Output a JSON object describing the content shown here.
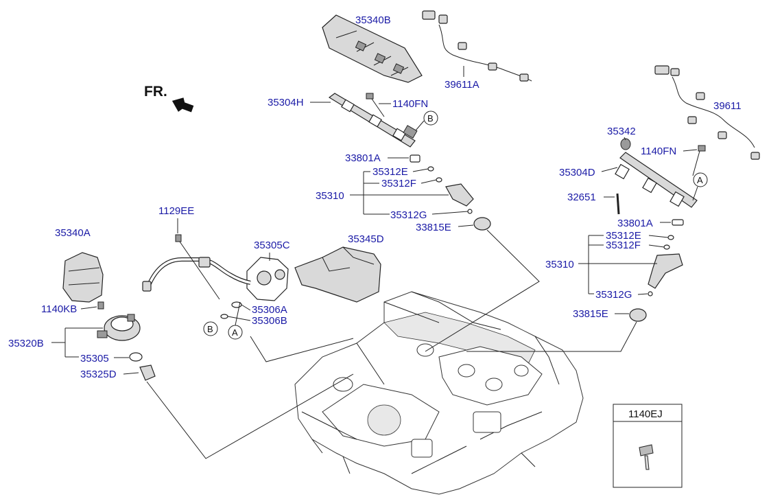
{
  "orientation": {
    "text": "FR."
  },
  "labels": {
    "l35340B": "35340B",
    "l39611A": "39611A",
    "l35304H": "35304H",
    "l1140FN_a": "1140FN",
    "l33801A_a": "33801A",
    "l35312E_a": "35312E",
    "l35312F_a": "35312F",
    "l35310_a": "35310",
    "l35312G_a": "35312G",
    "l33815E_a": "33815E",
    "l35345D": "35345D",
    "l35305C": "35305C",
    "l35306A": "35306A",
    "l35306B": "35306B",
    "l1129EE": "1129EE",
    "l35340A": "35340A",
    "l1140KB": "1140KB",
    "l35320B": "35320B",
    "l35305": "35305",
    "l35325D": "35325D",
    "l39611": "39611",
    "l35342": "35342",
    "l1140FN_b": "1140FN",
    "l35304D": "35304D",
    "l32651": "32651",
    "l33801A_b": "33801A",
    "l35312E_b": "35312E",
    "l35312F_b": "35312F",
    "l35310_b": "35310",
    "l35312G_b": "35312G",
    "l33815E_b": "33815E"
  },
  "connectors": {
    "A1": "A",
    "A2": "A",
    "B1": "B",
    "B2": "B"
  },
  "inset": {
    "title": "1140EJ"
  }
}
